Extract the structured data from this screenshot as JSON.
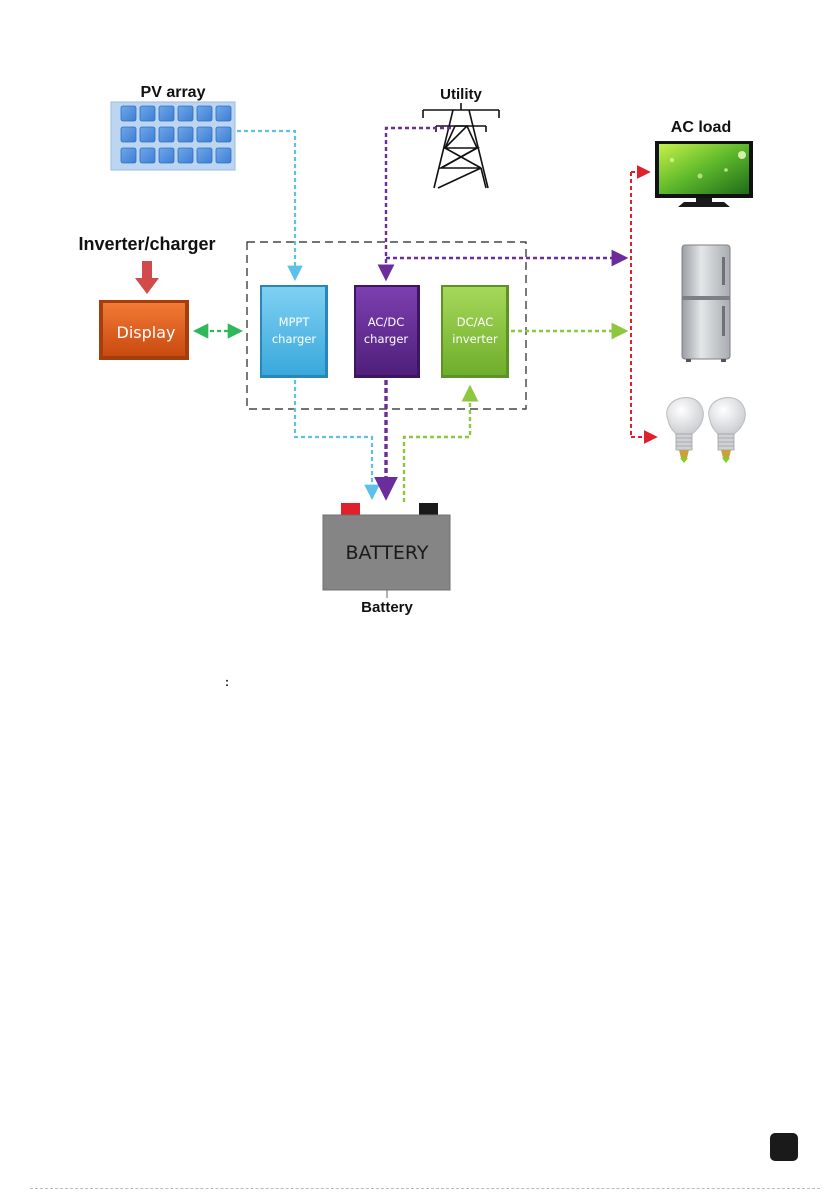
{
  "labels": {
    "pv_array": "PV array",
    "utility": "Utility",
    "ac_load": "AC load",
    "inverter_charger": "Inverter/charger",
    "display": "Display",
    "battery_body": "BATTERY",
    "battery": "Battery",
    "stray_colon": ":"
  },
  "boxes": {
    "mppt": {
      "line1": "MPPT",
      "line2": "charger"
    },
    "acdc": {
      "line1": "AC/DC",
      "line2": "charger"
    },
    "dcac": {
      "line1": "DC/AC",
      "line2": "inverter"
    }
  },
  "colors": {
    "mppt": "#5bc0ea",
    "acdc": "#6a2d9b",
    "dcac": "#8dc63f",
    "display": "#e8601c",
    "down_arrow": "#d24b4b",
    "display_link": "#2fb85a",
    "load_bus": "#e0202a",
    "battery_body": "#858585",
    "battery_pos": "#e0202a",
    "battery_neg": "#1a1a1a"
  },
  "icons": [
    "solar-panel-icon",
    "transmission-tower-icon",
    "tv-icon",
    "refrigerator-icon",
    "light-bulb-icon"
  ]
}
